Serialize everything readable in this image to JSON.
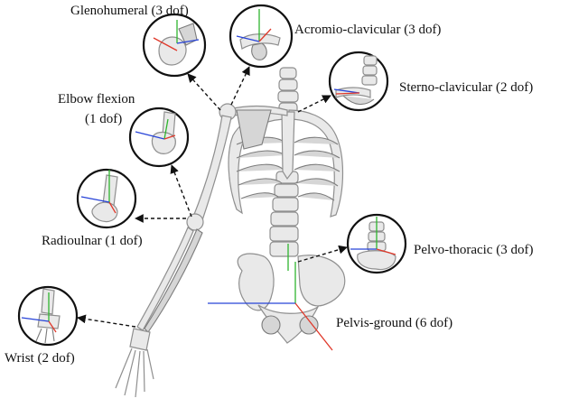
{
  "joints": [
    {
      "id": "glenohumeral",
      "label": "Glenohumeral (3 dof)"
    },
    {
      "id": "acromio-clavicular",
      "label": "Acromio-clavicular (3 dof)"
    },
    {
      "id": "sterno-clavicular",
      "label": "Sterno-clavicular (2 dof)"
    },
    {
      "id": "elbow-flexion",
      "label_line1": "Elbow flexion",
      "label_line2": "(1 dof)"
    },
    {
      "id": "radioulnar",
      "label": "Radioulnar (1 dof)"
    },
    {
      "id": "pelvo-thoracic",
      "label": "Pelvo-thoracic (3 dof)"
    },
    {
      "id": "pelvis-ground",
      "label": "Pelvis-ground (6 dof)"
    },
    {
      "id": "wrist",
      "label": "Wrist (2 dof)"
    }
  ],
  "axis_colors": {
    "x": "#e0392b",
    "y": "#2fb52f",
    "z": "#2743d8"
  }
}
